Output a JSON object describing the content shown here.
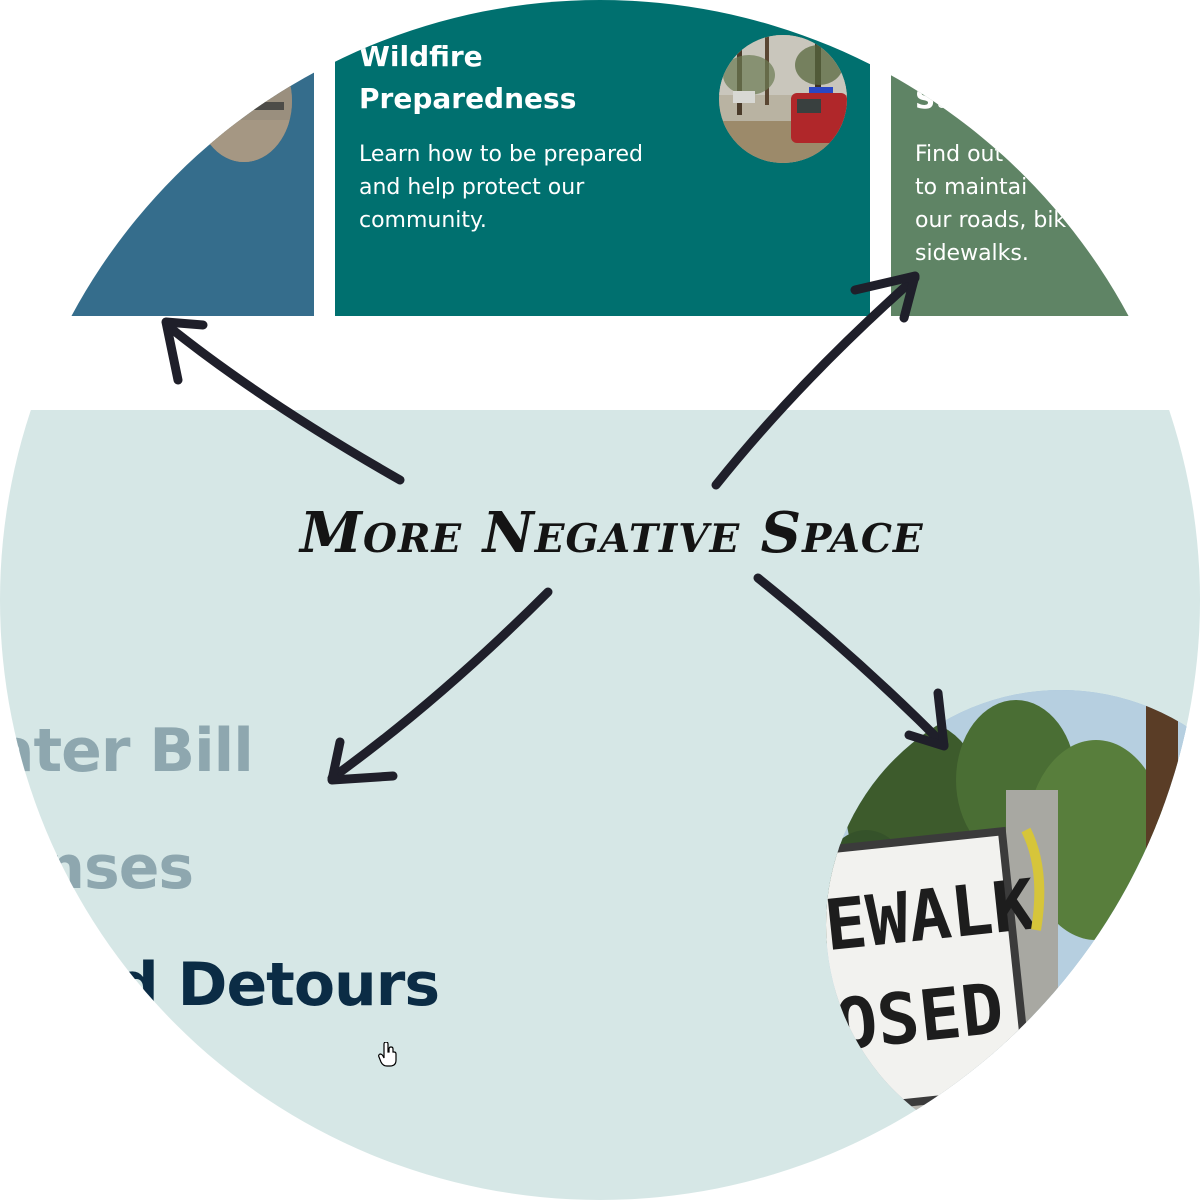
{
  "cards": {
    "wildfire": {
      "title": "Wildfire\nPreparedness",
      "description": "Learn how to be prepared\nand help protect our\ncommunity."
    },
    "streets": {
      "title": "St",
      "description": "Find out\nto maintai\nour roads, bik\nsidewalks."
    }
  },
  "menu": {
    "items": [
      "ater Bill",
      "& Licenses",
      "ures and Detours"
    ],
    "active_index": 2
  },
  "annotation": {
    "text": "More Negative Space"
  },
  "photo": {
    "sign_line1": "EWALK",
    "sign_line2": "OSED"
  },
  "colors": {
    "card_left": "#356d8c",
    "card_mid": "#00706f",
    "card_right": "#5f8465",
    "panel": "#d6e7e6",
    "menu_inactive": "#8ea7af",
    "menu_active": "#0b2c45"
  }
}
